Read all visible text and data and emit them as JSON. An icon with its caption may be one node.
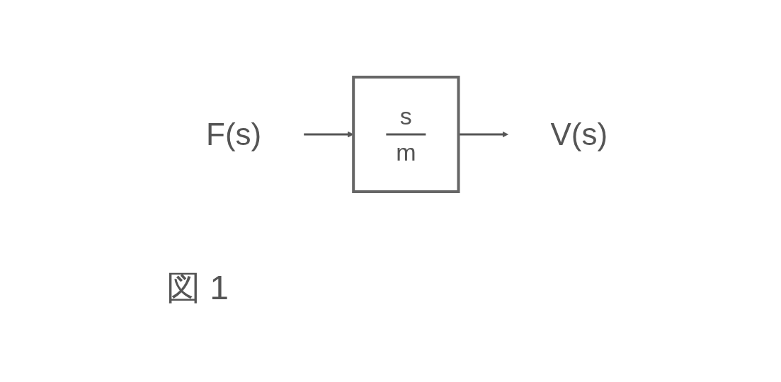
{
  "diagram": {
    "caption": "図 1",
    "nodes": [
      {
        "text": [
          "F(s)"
        ]
      },
      {
        "text": [
          "s",
          "m"
        ]
      },
      {
        "text": [
          "V(s)"
        ]
      }
    ],
    "edges": [
      {
        "from": 0,
        "to": 1,
        "arrow": "to"
      },
      {
        "from": 1,
        "to": 2,
        "arrow": "to"
      }
    ]
  }
}
